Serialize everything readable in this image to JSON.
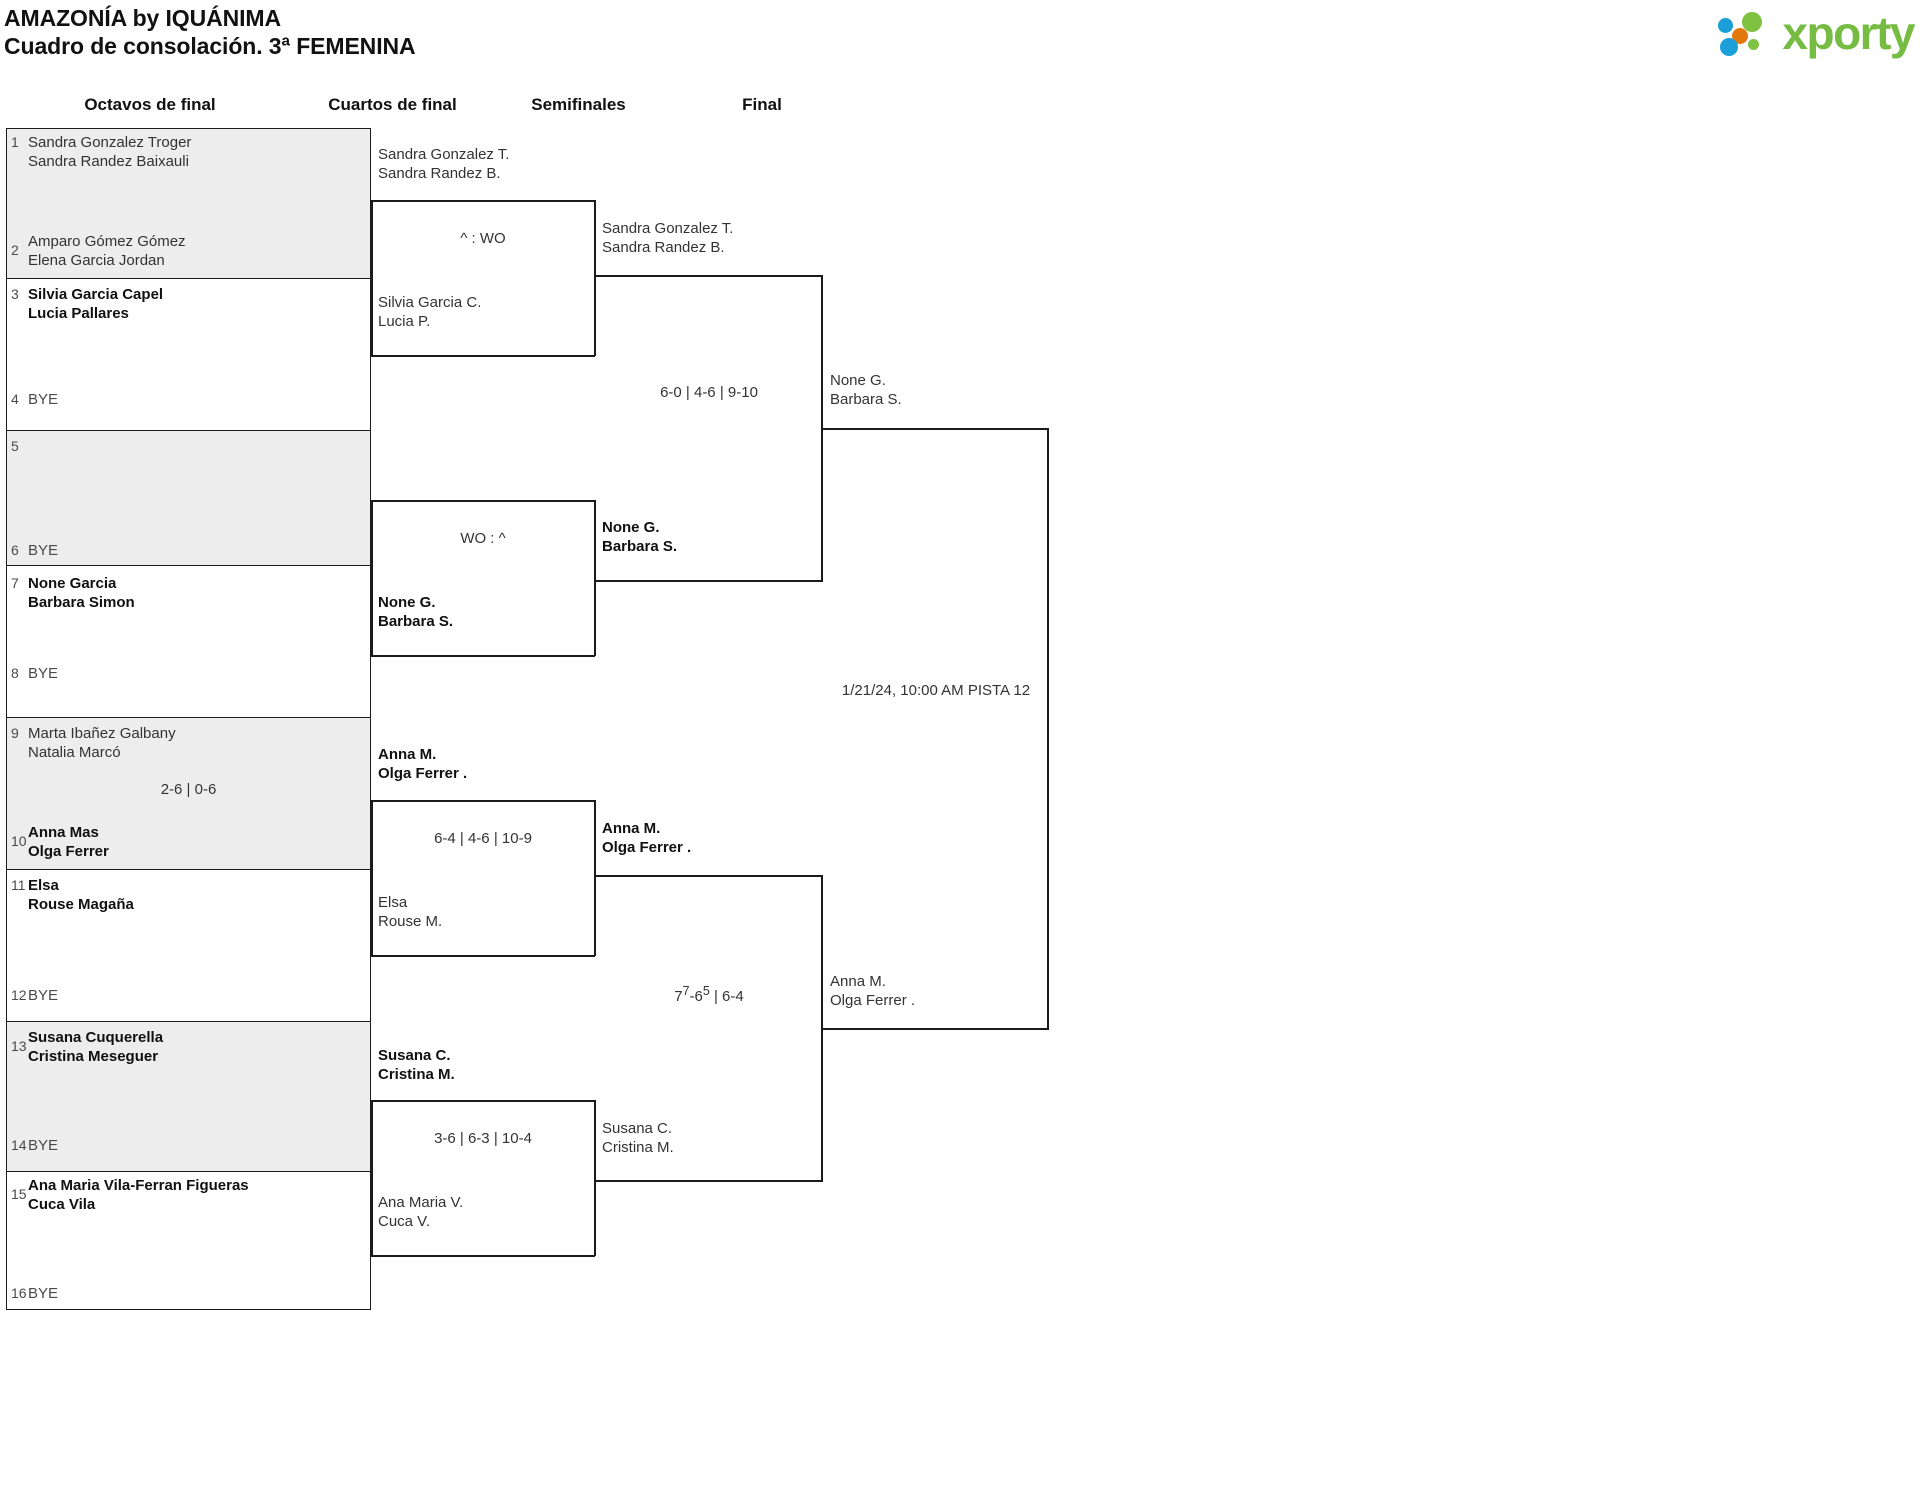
{
  "header": {
    "title_line1": "AMAZONÍA by IQUÁNIMA",
    "title_line2": "Cuadro de consolación. 3ª FEMENINA",
    "logo_word": "xporty"
  },
  "rounds": [
    {
      "label": "Octavos de final"
    },
    {
      "label": "Cuartos de final"
    },
    {
      "label": "Semifinales"
    },
    {
      "label": "Final"
    }
  ],
  "round1": {
    "slots": [
      {
        "seed": "1",
        "line1": "Sandra Gonzalez Troger",
        "line2": "Sandra Randez Baixauli",
        "winner": false,
        "bye": ""
      },
      {
        "seed": "2",
        "line1": "Amparo Gómez Gómez",
        "line2": "Elena Garcia Jordan",
        "winner": false,
        "bye": ""
      },
      {
        "seed": "3",
        "line1": "Silvia Garcia Capel",
        "line2": "Lucia Pallares",
        "winner": true,
        "bye": ""
      },
      {
        "seed": "4",
        "line1": "",
        "line2": "",
        "winner": false,
        "bye": "BYE"
      },
      {
        "seed": "5",
        "line1": "",
        "line2": "",
        "winner": false,
        "bye": ""
      },
      {
        "seed": "6",
        "line1": "",
        "line2": "",
        "winner": false,
        "bye": "BYE"
      },
      {
        "seed": "7",
        "line1": "None Garcia",
        "line2": "Barbara Simon",
        "winner": true,
        "bye": ""
      },
      {
        "seed": "8",
        "line1": "",
        "line2": "",
        "winner": false,
        "bye": "BYE"
      },
      {
        "seed": "9",
        "line1": "Marta Ibañez Galbany",
        "line2": "Natalia Marcó",
        "winner": false,
        "bye": ""
      },
      {
        "seed": "10",
        "line1": "Anna Mas",
        "line2": "Olga Ferrer",
        "winner": true,
        "bye": ""
      },
      {
        "seed": "11",
        "line1": "Elsa",
        "line2": "Rouse Magaña",
        "winner": true,
        "bye": ""
      },
      {
        "seed": "12",
        "line1": "",
        "line2": "",
        "winner": false,
        "bye": "BYE"
      },
      {
        "seed": "13",
        "line1": "Susana Cuquerella",
        "line2": "Cristina Meseguer",
        "winner": true,
        "bye": ""
      },
      {
        "seed": "14",
        "line1": "",
        "line2": "",
        "winner": false,
        "bye": "BYE"
      },
      {
        "seed": "15",
        "line1": "Ana Maria Vila-Ferran Figueras",
        "line2": "Cuca Vila",
        "winner": true,
        "bye": ""
      },
      {
        "seed": "16",
        "line1": "",
        "line2": "",
        "winner": false,
        "bye": "BYE"
      }
    ],
    "scores": [
      {
        "index": 0,
        "text": ""
      },
      {
        "index": 1,
        "text": ""
      },
      {
        "index": 2,
        "text": ""
      },
      {
        "index": 3,
        "text": ""
      },
      {
        "index": 4,
        "text": "2-6 | 0-6"
      },
      {
        "index": 5,
        "text": ""
      },
      {
        "index": 6,
        "text": ""
      },
      {
        "index": 7,
        "text": ""
      }
    ]
  },
  "round2": {
    "matches": [
      {
        "top": {
          "line1": "Sandra Gonzalez T.",
          "line2": "Sandra Randez B.",
          "winner": false
        },
        "bottom": {
          "line1": "Silvia Garcia C.",
          "line2": "Lucia P.",
          "winner": false
        },
        "score": "^ : WO"
      },
      {
        "top": {
          "line1": "",
          "line2": "",
          "winner": false
        },
        "bottom": {
          "line1": "None G.",
          "line2": "Barbara S.",
          "winner": true
        },
        "score": "WO : ^"
      },
      {
        "top": {
          "line1": "Anna M.",
          "line2": "Olga Ferrer .",
          "winner": true
        },
        "bottom": {
          "line1": "Elsa",
          "line2": "Rouse M.",
          "winner": false
        },
        "score": "6-4 | 4-6 | 10-9"
      },
      {
        "top": {
          "line1": "Susana C.",
          "line2": "Cristina M.",
          "winner": true
        },
        "bottom": {
          "line1": "Ana Maria V.",
          "line2": "Cuca V.",
          "winner": false
        },
        "score": "3-6 | 6-3 | 10-4"
      }
    ]
  },
  "round3": {
    "matches": [
      {
        "top": {
          "line1": "Sandra Gonzalez T.",
          "line2": "Sandra Randez B.",
          "winner": false
        },
        "bottom": {
          "line1": "None G.",
          "line2": "Barbara S.",
          "winner": true
        },
        "score": "6-0 | 4-6 | 9-10"
      },
      {
        "top": {
          "line1": "Anna M.",
          "line2": "Olga Ferrer .",
          "winner": true
        },
        "bottom": {
          "line1": "Susana C.",
          "line2": "Cristina M.",
          "winner": false
        },
        "score_pre": "7",
        "score_sup1": "7",
        "score_mid": "-6",
        "score_sup2": "5",
        "score_post": " | 6-4"
      }
    ]
  },
  "round4": {
    "top": {
      "line1": "None G.",
      "line2": "Barbara S.",
      "winner": false
    },
    "bottom": {
      "line1": "Anna M.",
      "line2": "Olga Ferrer .",
      "winner": false
    },
    "schedule": "1/21/24, 10:00 AM PISTA 12"
  }
}
